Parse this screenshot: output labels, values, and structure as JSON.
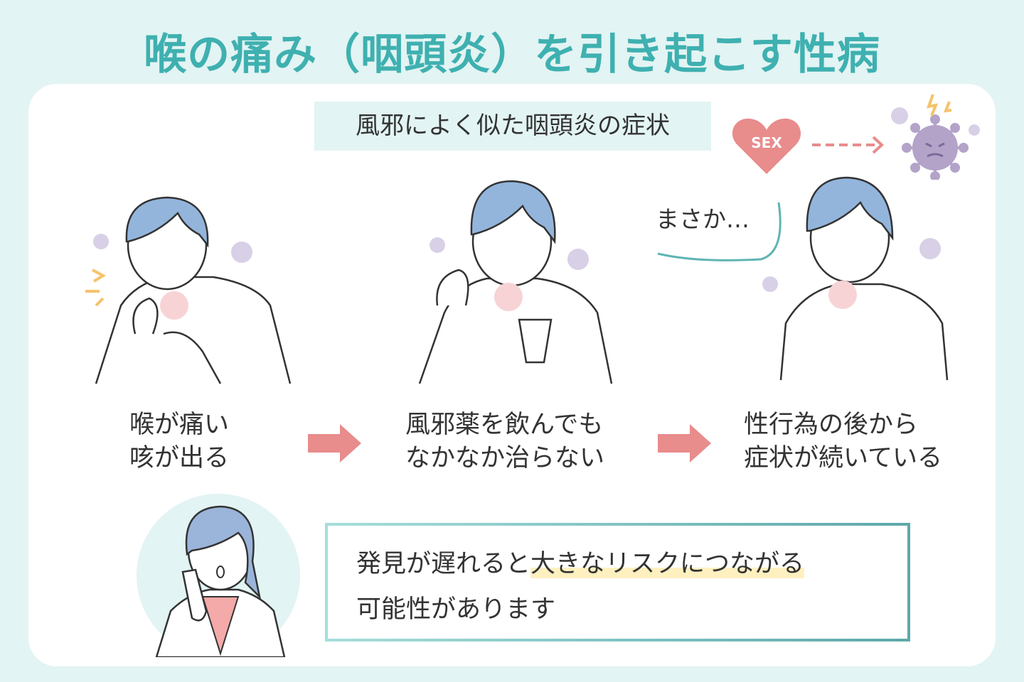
{
  "title": "喉の痛み（咽頭炎）を引き起こす性病",
  "subtitle": "風邪によく似た咽頭炎の症状",
  "heart_label": "SEX",
  "thought": "まさか…",
  "steps": [
    {
      "line1": "喉が痛い",
      "line2": "咳が出る"
    },
    {
      "line1": "風邪薬を飲んでも",
      "line2": "なかなか治らない"
    },
    {
      "line1": "性行為の後から",
      "line2": "症状が続いている"
    }
  ],
  "message": {
    "part1": "発見が遅れると",
    "highlight": "大きなリスクにつながる",
    "line2": "可能性があります"
  },
  "colors": {
    "accent": "#3fb0b0",
    "pink": "#e88c8c",
    "hair": "#93b5dc",
    "virus": "#b3a3c9",
    "highlight": "#fff0c0",
    "background": "#e2f4f3"
  },
  "icons": [
    "heart-icon",
    "dashed-arrow-icon",
    "virus-icon",
    "arrow-right-icon"
  ]
}
